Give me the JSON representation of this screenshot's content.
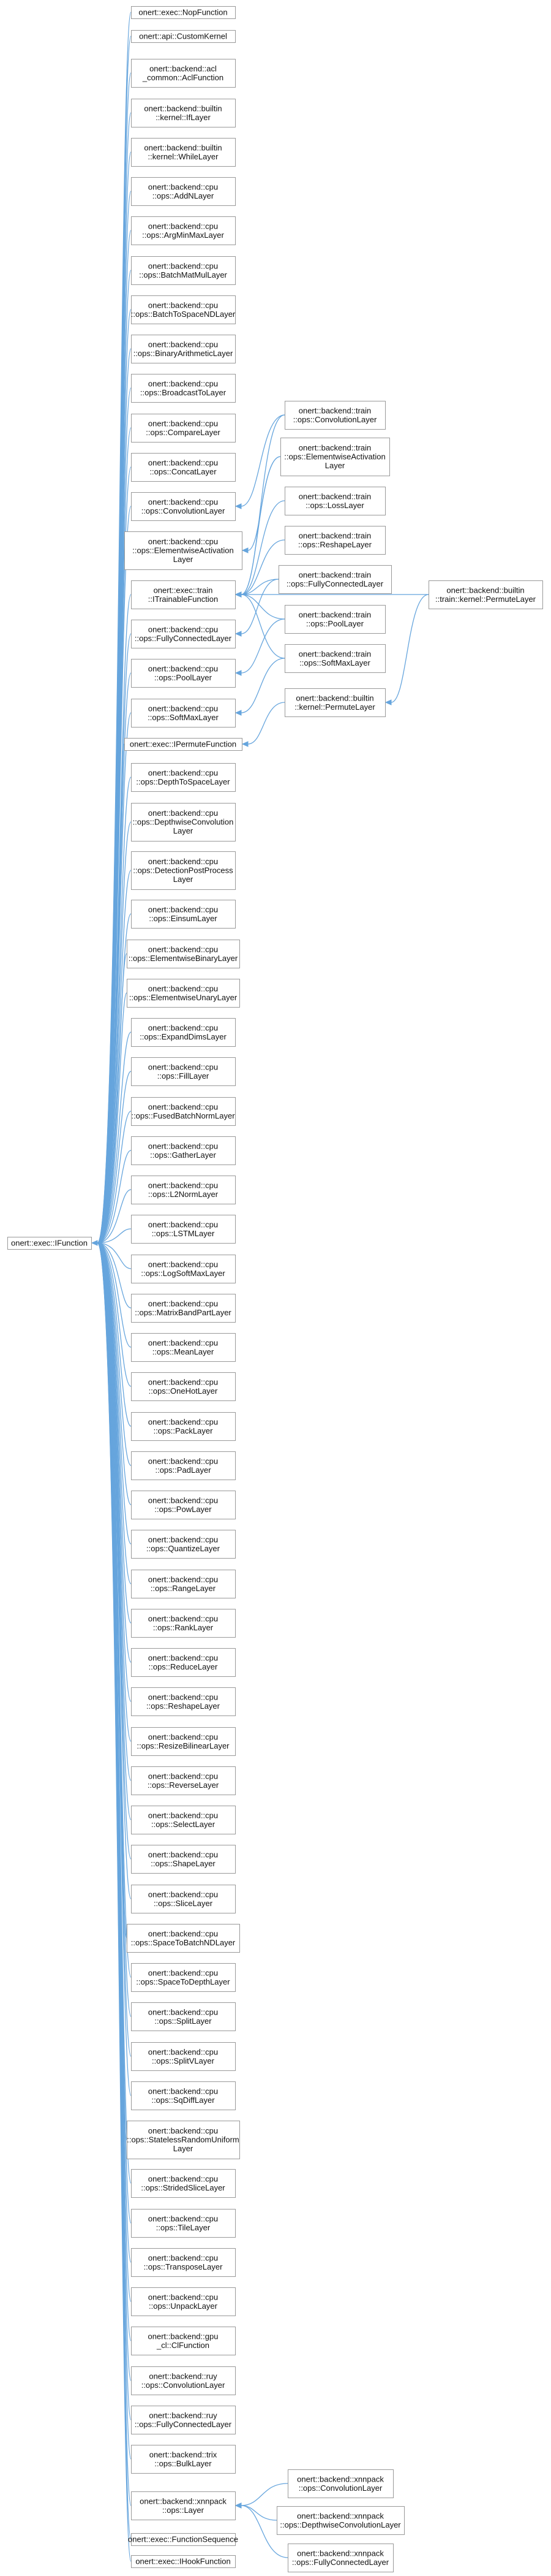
{
  "root": {
    "id": "ifunction",
    "lines": [
      "onert::exec::IFunction"
    ]
  },
  "nodes": [
    {
      "id": "nop",
      "lines": [
        "onert::exec::NopFunction"
      ]
    },
    {
      "id": "custom",
      "lines": [
        "onert::api::CustomKernel"
      ]
    },
    {
      "id": "aclact",
      "lines": [
        "onert::backend::acl",
        "_common::AclFunction"
      ]
    },
    {
      "id": "ifl",
      "lines": [
        "onert::backend::builtin",
        "::kernel::IfLayer"
      ]
    },
    {
      "id": "while",
      "lines": [
        "onert::backend::builtin",
        "::kernel::WhileLayer"
      ]
    },
    {
      "id": "addn",
      "lines": [
        "onert::backend::cpu",
        "::ops::AddNLayer"
      ]
    },
    {
      "id": "argmm",
      "lines": [
        "onert::backend::cpu",
        "::ops::ArgMinMaxLayer"
      ]
    },
    {
      "id": "bmm",
      "lines": [
        "onert::backend::cpu",
        "::ops::BatchMatMulLayer"
      ]
    },
    {
      "id": "b2s",
      "lines": [
        "onert::backend::cpu",
        "::ops::BatchToSpaceNDLayer"
      ]
    },
    {
      "id": "binarith",
      "lines": [
        "onert::backend::cpu",
        "::ops::BinaryArithmeticLayer"
      ]
    },
    {
      "id": "bcast",
      "lines": [
        "onert::backend::cpu",
        "::ops::BroadcastToLayer"
      ]
    },
    {
      "id": "compare",
      "lines": [
        "onert::backend::cpu",
        "::ops::CompareLayer"
      ]
    },
    {
      "id": "concat",
      "lines": [
        "onert::backend::cpu",
        "::ops::ConcatLayer"
      ]
    },
    {
      "id": "conv",
      "lines": [
        "onert::backend::cpu",
        "::ops::ConvolutionLayer"
      ]
    },
    {
      "id": "eact",
      "lines": [
        "onert::backend::cpu",
        "::ops::ElementwiseActivation",
        "Layer"
      ]
    },
    {
      "id": "itrain",
      "lines": [
        "onert::exec::train",
        "::ITrainableFunction"
      ]
    },
    {
      "id": "fc",
      "lines": [
        "onert::backend::cpu",
        "::ops::FullyConnectedLayer"
      ]
    },
    {
      "id": "pool",
      "lines": [
        "onert::backend::cpu",
        "::ops::PoolLayer"
      ]
    },
    {
      "id": "softmax",
      "lines": [
        "onert::backend::cpu",
        "::ops::SoftMaxLayer"
      ]
    },
    {
      "id": "iperm",
      "lines": [
        "onert::exec::IPermuteFunction"
      ]
    },
    {
      "id": "d2s",
      "lines": [
        "onert::backend::cpu",
        "::ops::DepthToSpaceLayer"
      ]
    },
    {
      "id": "dwconv",
      "lines": [
        "onert::backend::cpu",
        "::ops::DepthwiseConvolution",
        "Layer"
      ]
    },
    {
      "id": "detpp",
      "lines": [
        "onert::backend::cpu",
        "::ops::DetectionPostProcess",
        "Layer"
      ]
    },
    {
      "id": "einsum",
      "lines": [
        "onert::backend::cpu",
        "::ops::EinsumLayer"
      ]
    },
    {
      "id": "ebin",
      "lines": [
        "onert::backend::cpu",
        "::ops::ElementwiseBinaryLayer"
      ]
    },
    {
      "id": "eun",
      "lines": [
        "onert::backend::cpu",
        "::ops::ElementwiseUnaryLayer"
      ]
    },
    {
      "id": "expand",
      "lines": [
        "onert::backend::cpu",
        "::ops::ExpandDimsLayer"
      ]
    },
    {
      "id": "fill",
      "lines": [
        "onert::backend::cpu",
        "::ops::FillLayer"
      ]
    },
    {
      "id": "fbn",
      "lines": [
        "onert::backend::cpu",
        "::ops::FusedBatchNormLayer"
      ]
    },
    {
      "id": "gather",
      "lines": [
        "onert::backend::cpu",
        "::ops::GatherLayer"
      ]
    },
    {
      "id": "l2n",
      "lines": [
        "onert::backend::cpu",
        "::ops::L2NormLayer"
      ]
    },
    {
      "id": "lstm",
      "lines": [
        "onert::backend::cpu",
        "::ops::LSTMLayer"
      ]
    },
    {
      "id": "logsm",
      "lines": [
        "onert::backend::cpu",
        "::ops::LogSoftMaxLayer"
      ]
    },
    {
      "id": "mbp",
      "lines": [
        "onert::backend::cpu",
        "::ops::MatrixBandPartLayer"
      ]
    },
    {
      "id": "mean",
      "lines": [
        "onert::backend::cpu",
        "::ops::MeanLayer"
      ]
    },
    {
      "id": "onehot",
      "lines": [
        "onert::backend::cpu",
        "::ops::OneHotLayer"
      ]
    },
    {
      "id": "pack",
      "lines": [
        "onert::backend::cpu",
        "::ops::PackLayer"
      ]
    },
    {
      "id": "pad",
      "lines": [
        "onert::backend::cpu",
        "::ops::PadLayer"
      ]
    },
    {
      "id": "pow",
      "lines": [
        "onert::backend::cpu",
        "::ops::PowLayer"
      ]
    },
    {
      "id": "quant",
      "lines": [
        "onert::backend::cpu",
        "::ops::QuantizeLayer"
      ]
    },
    {
      "id": "range",
      "lines": [
        "onert::backend::cpu",
        "::ops::RangeLayer"
      ]
    },
    {
      "id": "rank",
      "lines": [
        "onert::backend::cpu",
        "::ops::RankLayer"
      ]
    },
    {
      "id": "reduce",
      "lines": [
        "onert::backend::cpu",
        "::ops::ReduceLayer"
      ]
    },
    {
      "id": "reshape",
      "lines": [
        "onert::backend::cpu",
        "::ops::ReshapeLayer"
      ]
    },
    {
      "id": "rbil",
      "lines": [
        "onert::backend::cpu",
        "::ops::ResizeBilinearLayer"
      ]
    },
    {
      "id": "reverse",
      "lines": [
        "onert::backend::cpu",
        "::ops::ReverseLayer"
      ]
    },
    {
      "id": "select",
      "lines": [
        "onert::backend::cpu",
        "::ops::SelectLayer"
      ]
    },
    {
      "id": "shape",
      "lines": [
        "onert::backend::cpu",
        "::ops::ShapeLayer"
      ]
    },
    {
      "id": "slice",
      "lines": [
        "onert::backend::cpu",
        "::ops::SliceLayer"
      ]
    },
    {
      "id": "s2b",
      "lines": [
        "onert::backend::cpu",
        "::ops::SpaceToBatchNDLayer"
      ]
    },
    {
      "id": "s2d",
      "lines": [
        "onert::backend::cpu",
        "::ops::SpaceToDepthLayer"
      ]
    },
    {
      "id": "split",
      "lines": [
        "onert::backend::cpu",
        "::ops::SplitLayer"
      ]
    },
    {
      "id": "splitv",
      "lines": [
        "onert::backend::cpu",
        "::ops::SplitVLayer"
      ]
    },
    {
      "id": "sqdiff",
      "lines": [
        "onert::backend::cpu",
        "::ops::SqDiffLayer"
      ]
    },
    {
      "id": "srand",
      "lines": [
        "onert::backend::cpu",
        "::ops::StatelessRandomUniform",
        "Layer"
      ]
    },
    {
      "id": "sslice",
      "lines": [
        "onert::backend::cpu",
        "::ops::StridedSliceLayer"
      ]
    },
    {
      "id": "tile",
      "lines": [
        "onert::backend::cpu",
        "::ops::TileLayer"
      ]
    },
    {
      "id": "transpose",
      "lines": [
        "onert::backend::cpu",
        "::ops::TransposeLayer"
      ]
    },
    {
      "id": "unpack",
      "lines": [
        "onert::backend::cpu",
        "::ops::UnpackLayer"
      ]
    },
    {
      "id": "gpucl",
      "lines": [
        "onert::backend::gpu",
        "_cl::ClFunction"
      ]
    },
    {
      "id": "ruyconv",
      "lines": [
        "onert::backend::ruy",
        "::ops::ConvolutionLayer"
      ]
    },
    {
      "id": "ruyfc",
      "lines": [
        "onert::backend::ruy",
        "::ops::FullyConnectedLayer"
      ]
    },
    {
      "id": "trixbulk",
      "lines": [
        "onert::backend::trix",
        "::ops::BulkLayer"
      ]
    },
    {
      "id": "xnnlayer",
      "lines": [
        "onert::backend::xnnpack",
        "::ops::Layer"
      ]
    },
    {
      "id": "fseq",
      "lines": [
        "onert::exec::FunctionSequence"
      ]
    },
    {
      "id": "hook",
      "lines": [
        "onert::exec::IHookFunction"
      ]
    },
    {
      "id": "tconv",
      "lines": [
        "onert::backend::train",
        "::ops::ConvolutionLayer"
      ]
    },
    {
      "id": "teact",
      "lines": [
        "onert::backend::train",
        "::ops::ElementwiseActivation",
        "Layer"
      ]
    },
    {
      "id": "tloss",
      "lines": [
        "onert::backend::train",
        "::ops::LossLayer"
      ]
    },
    {
      "id": "treshape",
      "lines": [
        "onert::backend::train",
        "::ops::ReshapeLayer"
      ]
    },
    {
      "id": "tfc",
      "lines": [
        "onert::backend::train",
        "::ops::FullyConnectedLayer"
      ]
    },
    {
      "id": "tpool",
      "lines": [
        "onert::backend::train",
        "::ops::PoolLayer"
      ]
    },
    {
      "id": "tsoftmax",
      "lines": [
        "onert::backend::train",
        "::ops::SoftMaxLayer"
      ]
    },
    {
      "id": "bperm",
      "lines": [
        "onert::backend::builtin",
        "::kernel::PermuteLayer"
      ]
    },
    {
      "id": "tbperm",
      "lines": [
        "onert::backend::builtin",
        "::train::kernel::PermuteLayer"
      ]
    },
    {
      "id": "xconv",
      "lines": [
        "onert::backend::xnnpack",
        "::ops::ConvolutionLayer"
      ]
    },
    {
      "id": "xdwconv",
      "lines": [
        "onert::backend::xnnpack",
        "::ops::DepthwiseConvolutionLayer"
      ]
    },
    {
      "id": "xfc",
      "lines": [
        "onert::backend::xnnpack",
        "::ops::FullyConnectedLayer"
      ]
    }
  ],
  "edges": [
    [
      "itrain",
      "tconv"
    ],
    [
      "itrain",
      "teact"
    ],
    [
      "itrain",
      "tloss"
    ],
    [
      "itrain",
      "treshape"
    ],
    [
      "itrain",
      "tfc"
    ],
    [
      "itrain",
      "tpool"
    ],
    [
      "itrain",
      "tsoftmax"
    ],
    [
      "itrain",
      "tbperm"
    ],
    [
      "conv",
      "tconv"
    ],
    [
      "eact",
      "teact"
    ],
    [
      "fc",
      "tfc"
    ],
    [
      "pool",
      "tpool"
    ],
    [
      "softmax",
      "tsoftmax"
    ],
    [
      "iperm",
      "bperm"
    ],
    [
      "bperm",
      "tbperm"
    ],
    [
      "xnnlayer",
      "xconv"
    ],
    [
      "xnnlayer",
      "xdwconv"
    ],
    [
      "xnnlayer",
      "xfc"
    ]
  ]
}
